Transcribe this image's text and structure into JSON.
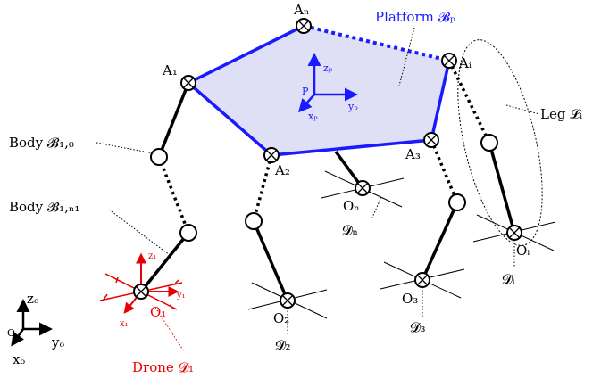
{
  "platform": {
    "label": "Platform 𝓑ₚ",
    "vertices": [
      "A₁",
      "A₂",
      "A₃",
      "Aᵢ",
      "Aₙ"
    ],
    "frame": {
      "origin": "P",
      "z": "zₚ",
      "y": "yₚ",
      "x": "xₚ"
    }
  },
  "leg": {
    "label": "Leg 𝓛ᵢ"
  },
  "bodies": {
    "first": "Body 𝓑₁,₀",
    "last": "Body 𝓑₁,ₙ₁"
  },
  "drones": {
    "d1": {
      "label": "Drone 𝓓₁",
      "center": "O₁",
      "z": "z₁",
      "y": "y₁",
      "x": "x₁"
    },
    "d2": {
      "label": "𝓓₂",
      "center": "O₂"
    },
    "d3": {
      "label": "𝓓₃",
      "center": "O₃"
    },
    "dn": {
      "label": "𝓓ₙ",
      "center": "Oₙ"
    },
    "di": {
      "label": "𝓓ᵢ",
      "center": "Oᵢ"
    }
  },
  "world_frame": {
    "origin": "O",
    "z": "zₒ",
    "y": "yₒ",
    "x": "xₒ"
  },
  "colors": {
    "platform": "#1a1aff",
    "platform_fill": "#dfe0f6",
    "drone1": "#e60000",
    "structure": "#000000"
  }
}
